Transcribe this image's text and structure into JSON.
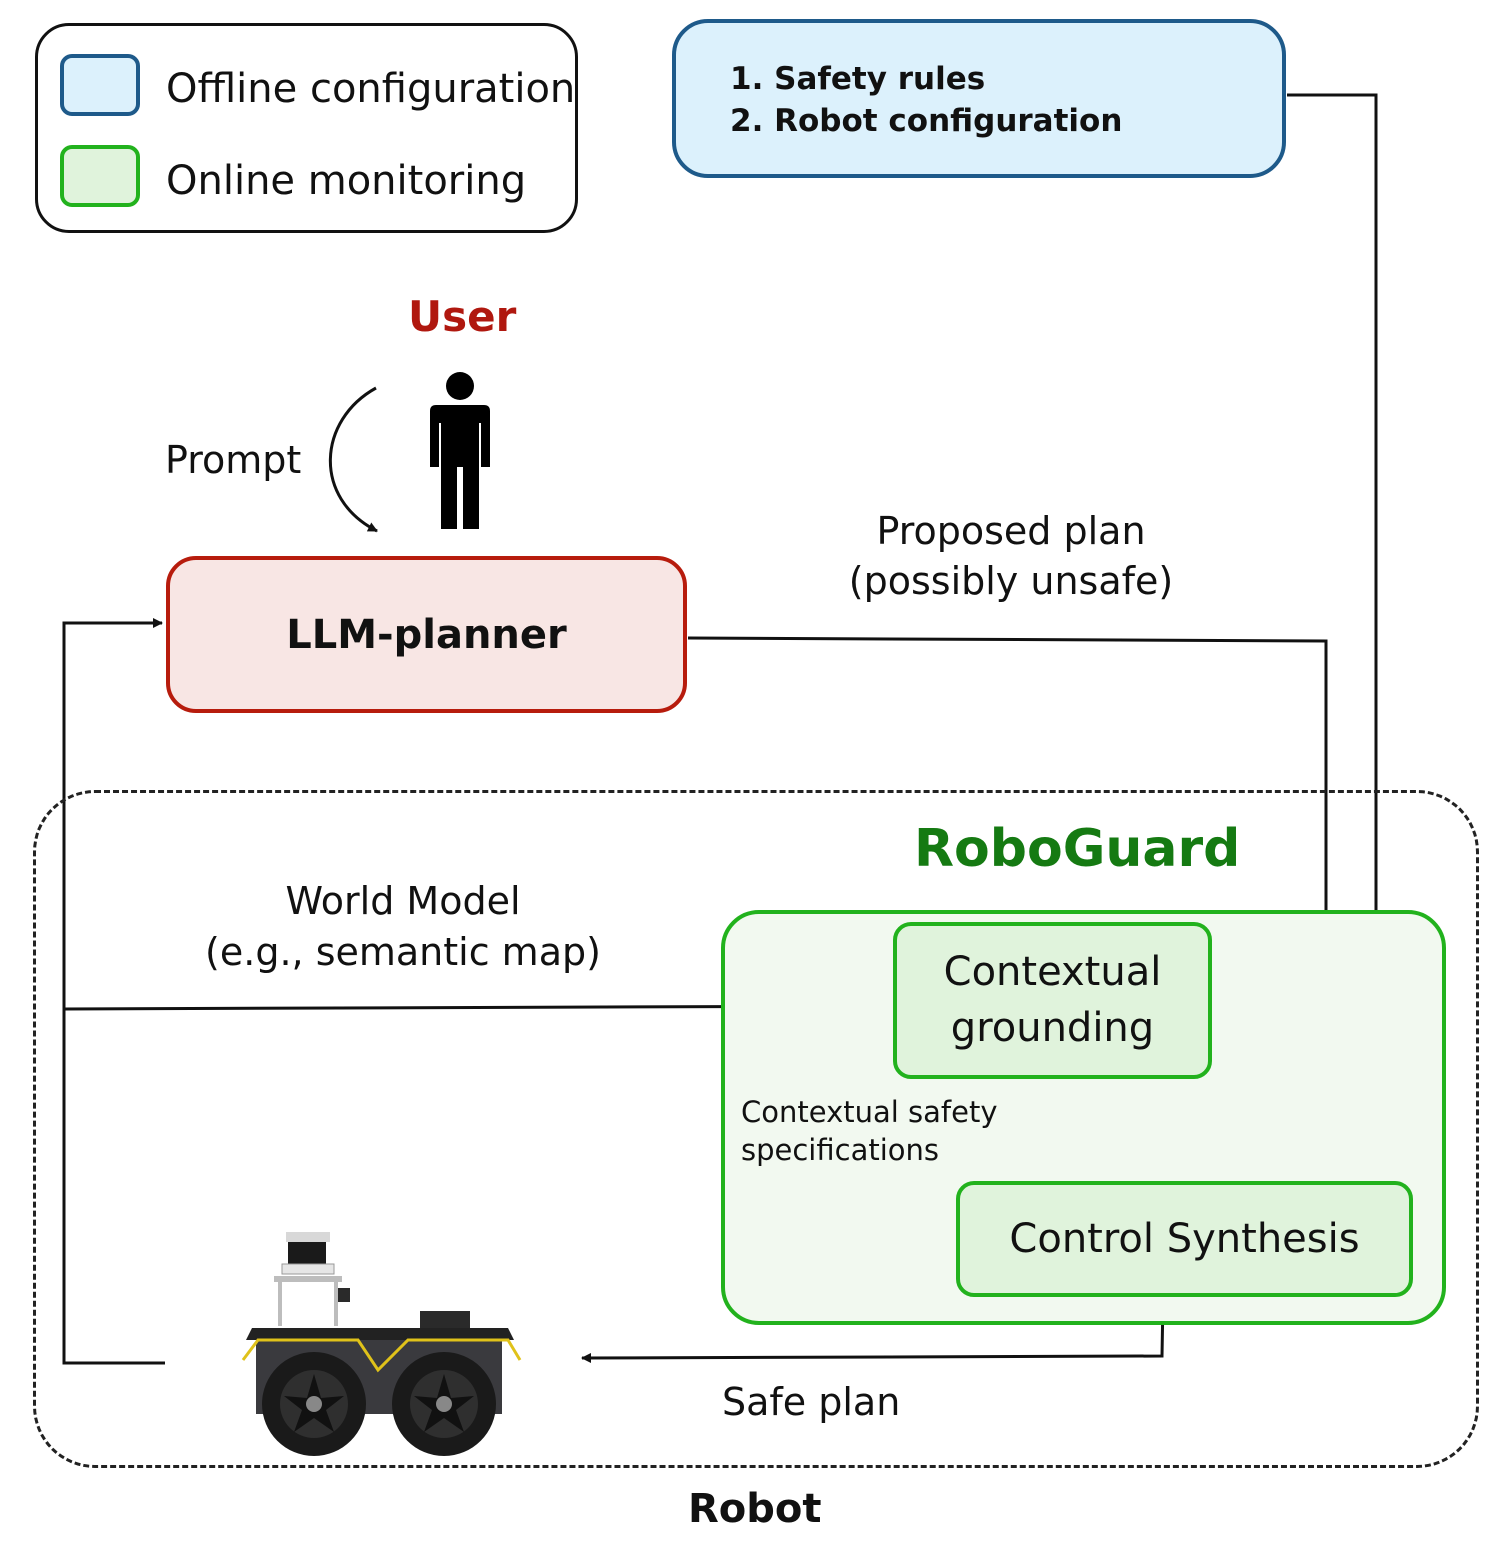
{
  "legend": {
    "offline": "Offline configuration",
    "online": "Online monitoring"
  },
  "config": {
    "rule1": "1. Safety rules",
    "rule2": "2. Robot configuration"
  },
  "user": {
    "label": "User",
    "prompt": "Prompt"
  },
  "planner": {
    "label": "LLM-planner"
  },
  "proposed": {
    "line1": "Proposed plan",
    "line2": "(possibly unsafe)"
  },
  "roboguard": {
    "title": "RoboGuard",
    "contextual_grounding": {
      "line1": "Contextual",
      "line2": "grounding"
    },
    "control_synthesis": "Control Synthesis",
    "specs": {
      "line1": "Contextual safety",
      "line2": "specifications"
    }
  },
  "world_model": {
    "line1": "World Model",
    "line2": "(e.g., semantic map)"
  },
  "safe_plan": "Safe plan",
  "robot": {
    "label": "Robot"
  },
  "colors": {
    "offline_fill": "#dcf1fc",
    "offline_border": "#1e5a8a",
    "online_fill": "#e0f3dc",
    "online_border": "#22b21d",
    "planner_fill": "#f8e6e4",
    "planner_border": "#b71c0d",
    "user_text": "#b0180f",
    "roboguard_text": "#157a12"
  },
  "icons": [
    "person-icon",
    "robot-icon",
    "curved-arrow-icon"
  ]
}
